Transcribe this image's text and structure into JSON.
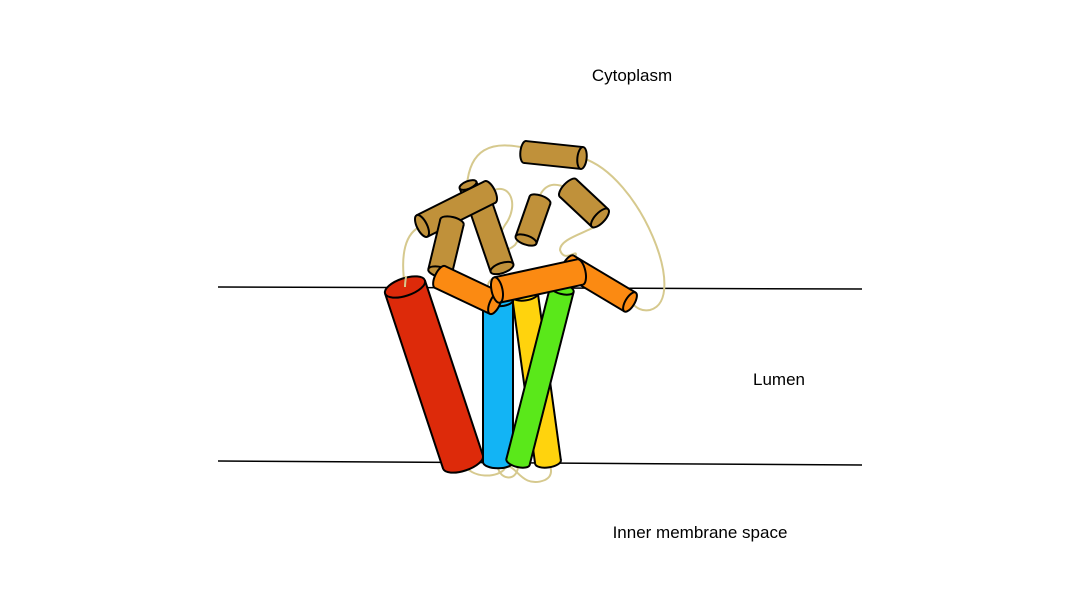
{
  "labels": {
    "cytoplasm": "Cytoplasm",
    "lumen": "Lumen",
    "inner_membrane_space": "Inner membrane space"
  },
  "colors": {
    "red_helix": "#dd2a0a",
    "blue_helix": "#12b4f5",
    "yellow_helix": "#ffd30d",
    "green_helix": "#5ae81a",
    "orange_helix": "#fb8a12",
    "brown_helix": "#c0913a",
    "loop": "#d6c98e",
    "membrane": "#000000"
  }
}
